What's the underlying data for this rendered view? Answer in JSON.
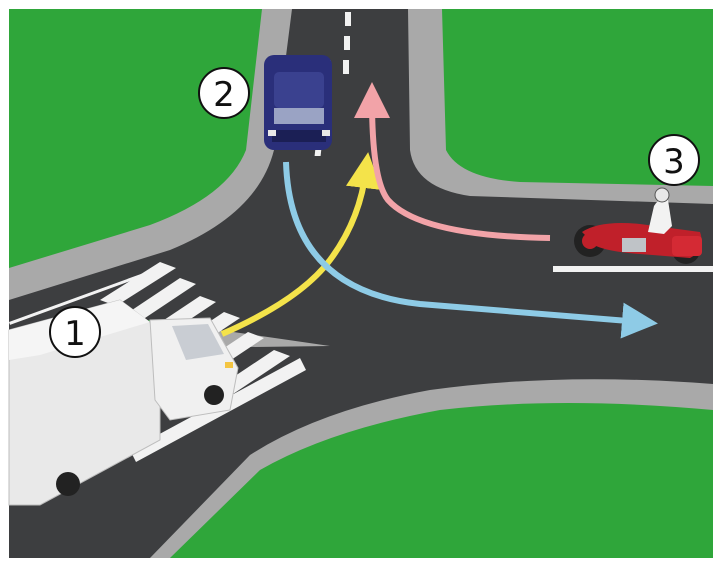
{
  "labels": {
    "vehicle_1": "1",
    "vehicle_2": "2",
    "vehicle_3": "3"
  },
  "colors": {
    "grass": "#2fa63a",
    "sidewalk": "#a9a9a9",
    "road": "#3d3e40",
    "marking": "#f2f2f2",
    "path_vehicle_1": "#f4e34a",
    "path_vehicle_2": "#8ecbe6",
    "path_vehicle_3": "#f2a3a8",
    "truck": "#e9e9e9",
    "car": "#2a2f7a",
    "motorcycle": "#c0202a"
  },
  "icons": {
    "vehicle_1": "truck-icon",
    "vehicle_2": "car-icon",
    "vehicle_3": "motorcycle-icon"
  }
}
